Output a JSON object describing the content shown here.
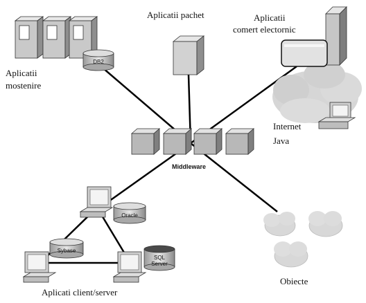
{
  "title": "",
  "labels": {
    "legacy_line1": "Aplicatii",
    "legacy_line2": "mostenire",
    "db2": "DB2",
    "package_apps": "Aplicatii pachet",
    "ecommerce_line1": "Aplicatii",
    "ecommerce_line2": "comert electornic",
    "internet": "Internet",
    "java": "Java",
    "middleware": "Middleware",
    "oracle": "Oracle",
    "sybase": "Sybase",
    "sql_line1": "SQL",
    "sql_line2": "Server",
    "client_server": "Aplicati client/server",
    "objects": "Obiecte"
  },
  "colors": {
    "line": "#000000",
    "box_light": "#e4e4e4",
    "box_mid": "#c2c2c2",
    "box_dark": "#8c8c8c",
    "cloud": "#d6d6d6"
  }
}
